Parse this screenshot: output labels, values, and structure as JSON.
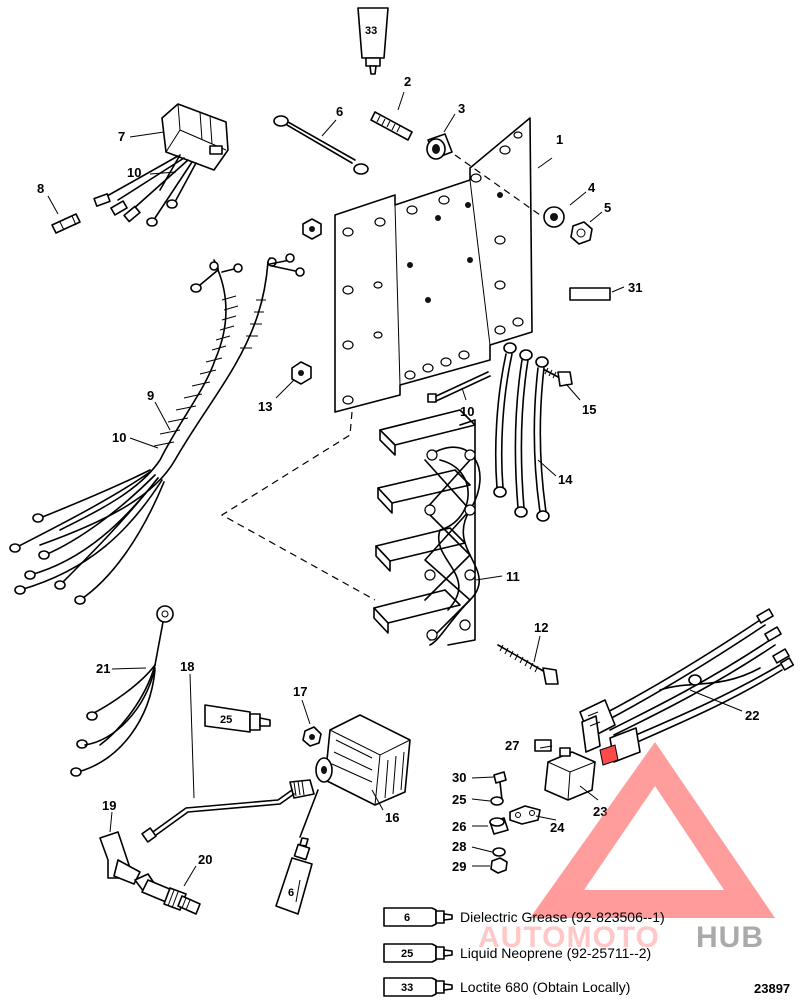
{
  "callouts": {
    "c1": "1",
    "c2": "2",
    "c3": "3",
    "c4": "4",
    "c5": "5",
    "c6a": "6",
    "c6b": "6",
    "c7": "7",
    "c8": "8",
    "c9": "9",
    "c10a": "10",
    "c10b": "10",
    "c10c": "10",
    "c11": "11",
    "c12": "12",
    "c13": "13",
    "c14": "14",
    "c15": "15",
    "c16": "16",
    "c17": "17",
    "c18": "18",
    "c19": "19",
    "c20": "20",
    "c21": "21",
    "c22": "22",
    "c23": "23",
    "c24": "24",
    "c25a": "25",
    "c25b": "25",
    "c26": "26",
    "c27": "27",
    "c28": "28",
    "c29": "29",
    "c30": "30",
    "c31": "31"
  },
  "tubes": {
    "top_33": "33",
    "tube_25": "25",
    "tube_6": "6"
  },
  "legend": [
    {
      "num": "6",
      "text": "Dielectric Grease (92-823506--1)"
    },
    {
      "num": "25",
      "text": "Liquid Neoprene (92-25711--2)"
    },
    {
      "num": "33",
      "text": "Loctite 680 (Obtain Locally)"
    }
  ],
  "figure_number": "23897",
  "watermark": {
    "part1": "AUTOMOTO",
    "part2": "HUB",
    "color_primary": "#ff4a4a",
    "color_secondary": "#777777"
  }
}
